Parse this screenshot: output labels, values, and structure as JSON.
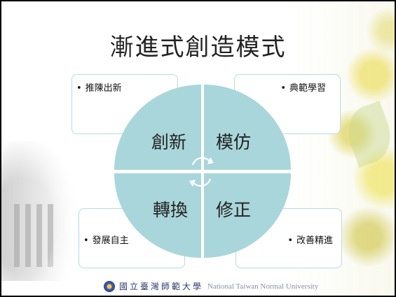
{
  "slide": {
    "title": "漸進式創造模式",
    "quadrants": [
      {
        "label": "創新"
      },
      {
        "label": "模仿"
      },
      {
        "label": "轉換"
      },
      {
        "label": "修正"
      }
    ],
    "boxes": {
      "top_left": "推陳出新",
      "top_right": "典範學習",
      "bottom_left": "發展自主",
      "bottom_right": "改善精進"
    },
    "footer": {
      "university_zh": "國立臺灣師範大學",
      "university_en": "National Taiwan Normal University"
    }
  },
  "colors": {
    "quadrant_fill": "#a9d6da",
    "box_border": "#b7dcdf",
    "arrow": "#ffffff"
  },
  "icons": [
    "cycle-arrows-icon",
    "university-emblem-icon"
  ]
}
